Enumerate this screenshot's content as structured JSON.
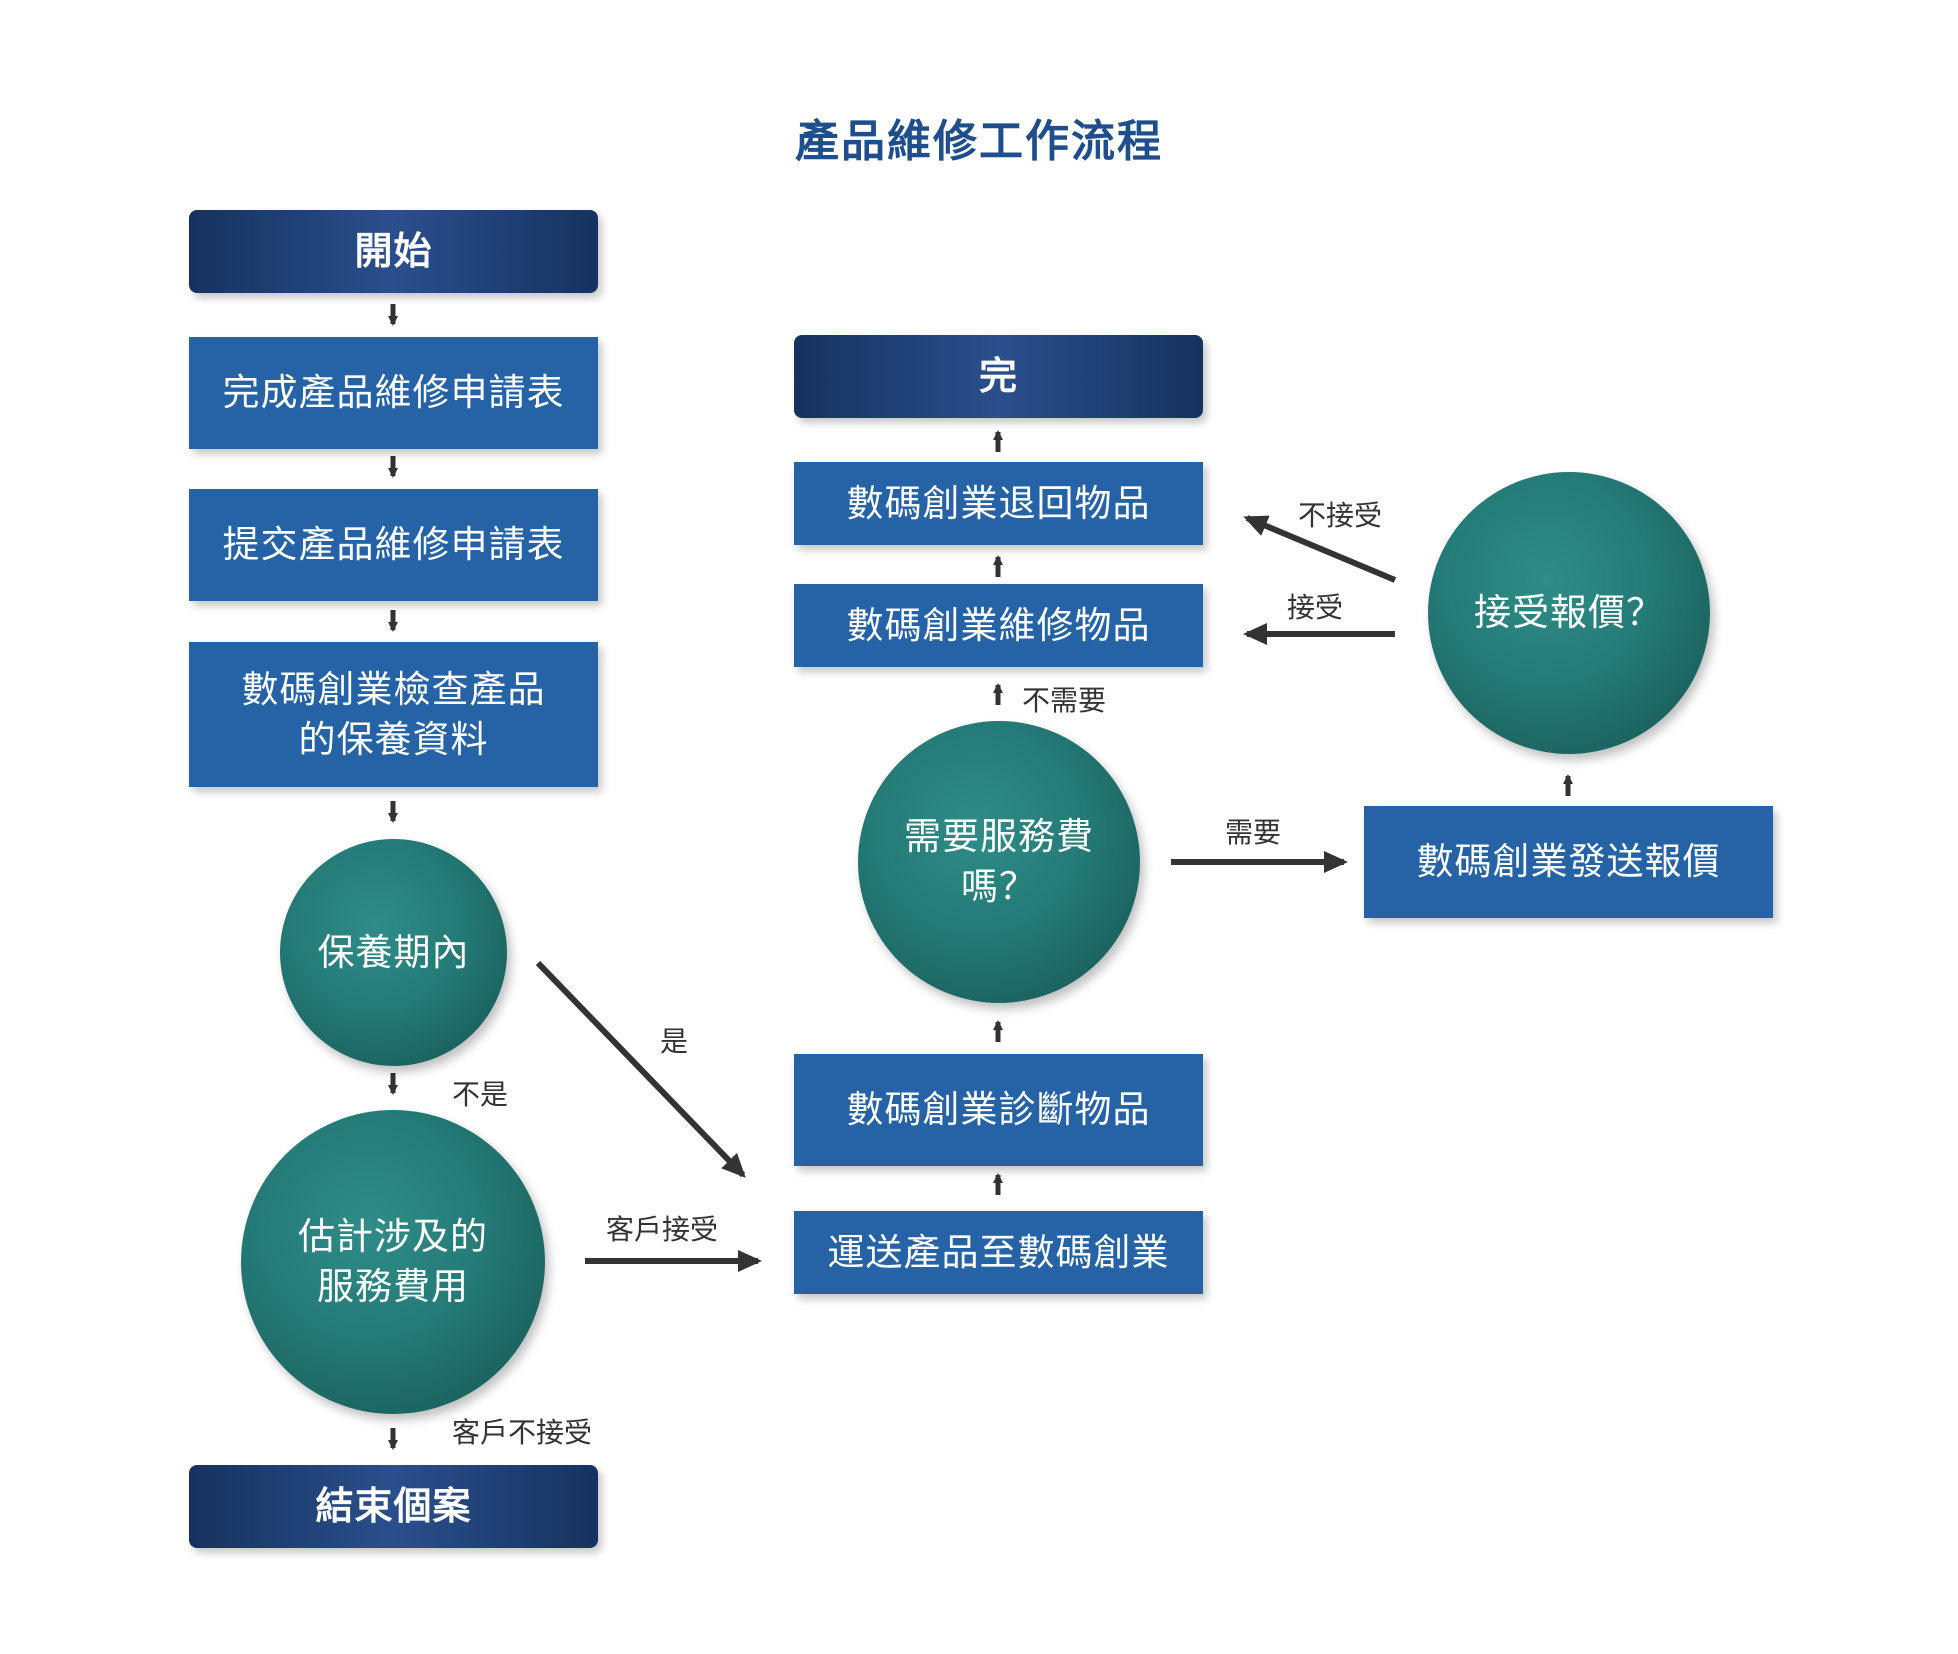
{
  "title": "產品維修工作流程",
  "nodes": {
    "start": "開始",
    "complete_form": "完成產品維修申請表",
    "submit_form": "提交產品維修申請表",
    "check_warranty": "數碼創業檢查產品的保養資料",
    "in_warranty": "保養期內",
    "estimate_cost": "估計涉及的服務費用",
    "end_case": "結束個案",
    "ship_product": "運送產品至數碼創業",
    "diagnose": "數碼創業診斷物品",
    "need_fee": "需要服務費嗎？",
    "repair": "數碼創業維修物品",
    "return_item": "數碼創業退回物品",
    "done": "完",
    "send_quote": "數碼創業發送報價",
    "accept_quote": "接受報價？"
  },
  "labels": {
    "yes": "是",
    "no": "不是",
    "customer_accepts": "客戶接受",
    "customer_rejects": "客戶不接受",
    "not_needed": "不需要",
    "needed": "需要",
    "accept": "接受",
    "reject": "不接受"
  }
}
